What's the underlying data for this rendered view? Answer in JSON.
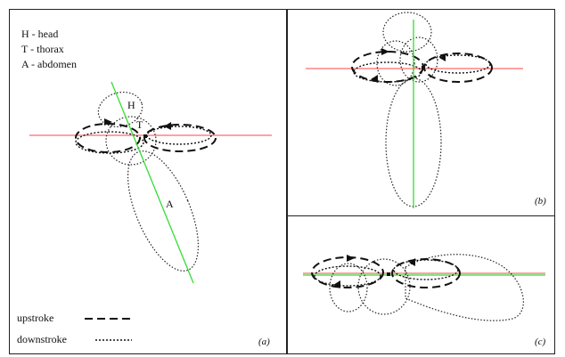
{
  "legend": {
    "head": "H - head",
    "thorax": "T - thorax",
    "abdomen": "A - abdomen"
  },
  "body_labels": {
    "head": "H",
    "thorax": "T",
    "abdomen": "A"
  },
  "stroke_key": {
    "upstroke": "upstroke",
    "downstroke": "downstroke"
  },
  "panels": {
    "a": "(a)",
    "b": "(b)",
    "c": "(c)"
  },
  "colors": {
    "horizontal_axis": "#ff6b6b",
    "body_axis": "#33dd33",
    "outline": "#222222"
  }
}
